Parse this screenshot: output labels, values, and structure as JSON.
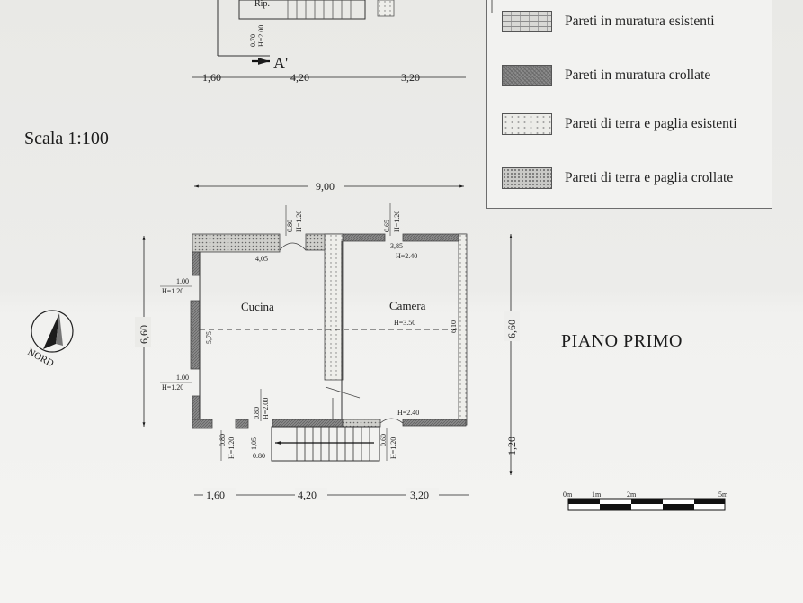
{
  "legend": {
    "items": [
      {
        "label": "Pareti in muratura esistenti"
      },
      {
        "label": "Pareti in muratura crollate"
      },
      {
        "label": "Pareti di terra e paglia esistenti"
      },
      {
        "label": "Pareti di terra e paglia crollate"
      }
    ]
  },
  "scale_label": "Scala 1:100",
  "floor_title": "PIANO PRIMO",
  "section_marker": "A'",
  "top_partial": {
    "dims": [
      "1,60",
      "4,20",
      "3,20"
    ],
    "rip_label": "Rip.",
    "opening": "0.70",
    "opening_h": "H=2.00"
  },
  "plan": {
    "overall_width": "9,00",
    "left_height": "6,60",
    "right_height": "6,60",
    "stair_depth": "1,20",
    "bottom_dims": [
      "1,60",
      "4,20",
      "3,20"
    ],
    "rooms": [
      {
        "name": "Cucina"
      },
      {
        "name": "Camera"
      }
    ],
    "openings": {
      "top_window_1": "0.80",
      "top_window_1_h": "H=1.20",
      "top_window_2": "0.65",
      "top_window_2_h": "H=1.20",
      "left_window_1": "1.00",
      "left_window_1_h": "H=1.20",
      "left_window_2": "1.00",
      "left_window_2_h": "H=1.20",
      "door_inner": "0.80",
      "door_inner_h": "H=2.00",
      "bottom_left": "0.80",
      "bottom_left_h": "H=1.20",
      "bottom_right": "0.60",
      "bottom_right_h": "H=1.20",
      "stair_w": "1,05",
      "stair_sub": "0.80"
    },
    "inner_labels": {
      "cucina_width": "4,05",
      "camera_width": "3,85",
      "camera_h_top": "H=2.40",
      "camera_h_bottom": "H=2.40",
      "ridge_h": "H=3.50",
      "left_depth": "5,75",
      "right_depth": "6,10"
    }
  },
  "north_label": "NORD",
  "scale_bar": {
    "ticks": [
      "0m",
      "1m",
      "2m",
      "5m"
    ]
  }
}
